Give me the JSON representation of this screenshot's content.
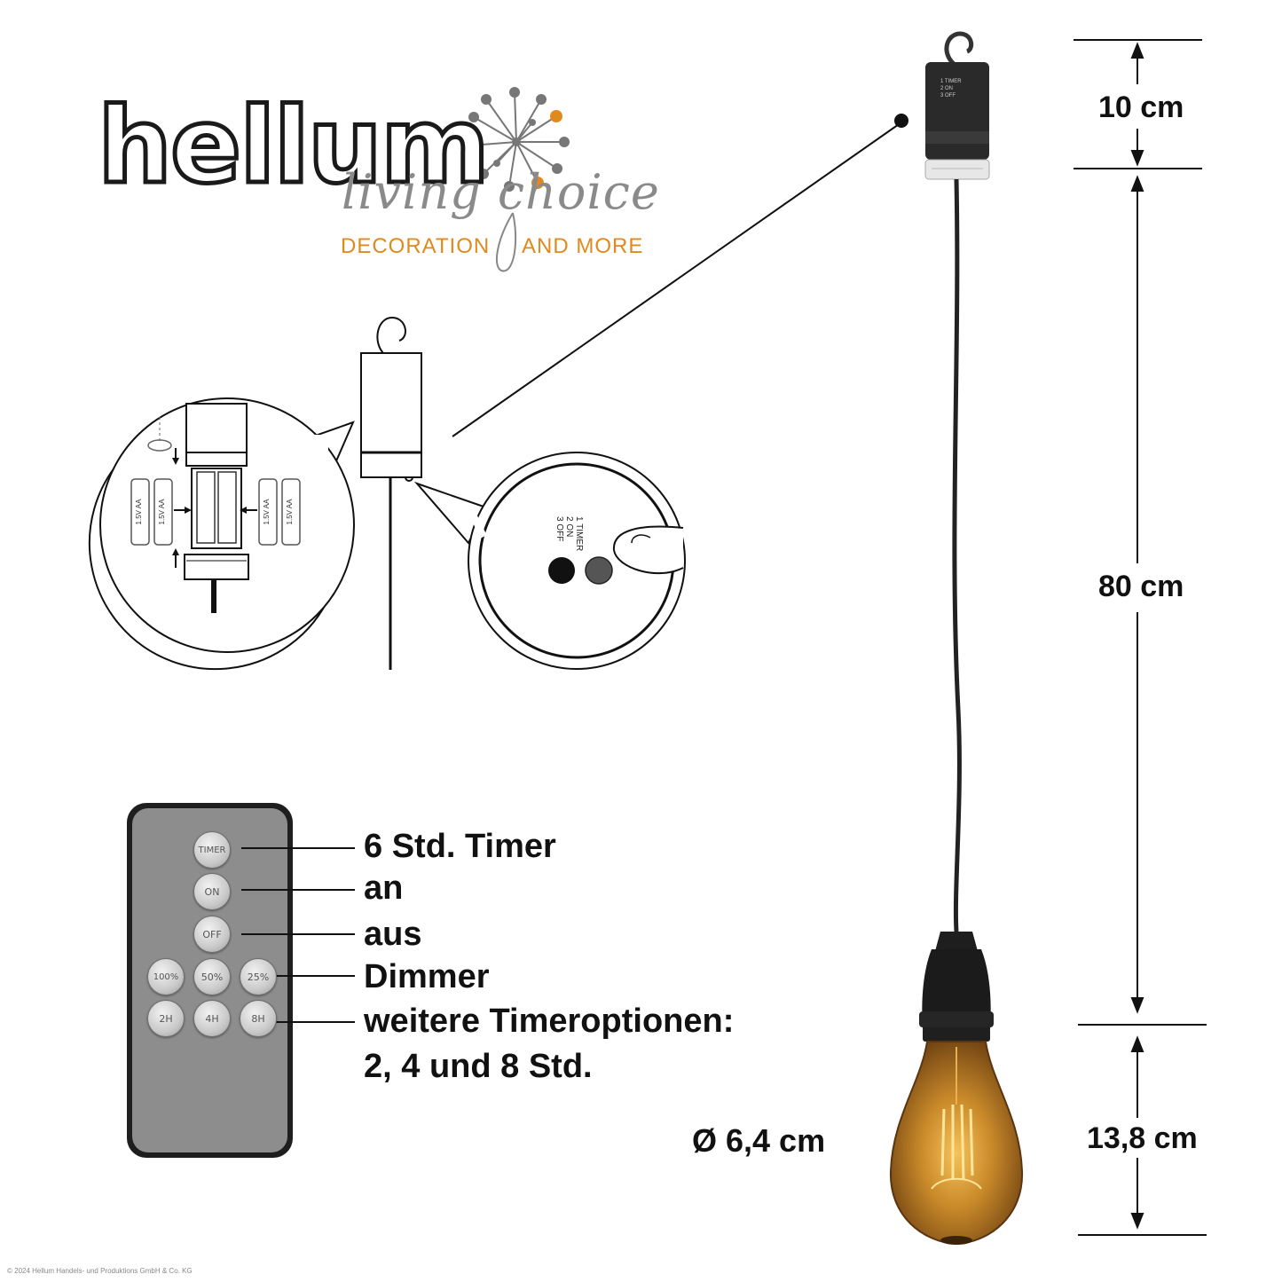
{
  "logo": {
    "brand": "hellum",
    "script": "living choice",
    "tagline_left": "DECORATION",
    "tagline_right": "AND MORE",
    "accent_color": "#e08a1e"
  },
  "battery_box": {
    "battery_label": "1.5V AA",
    "switch_labels": [
      "1 TIMER",
      "2 ON",
      "3 OFF"
    ]
  },
  "dimensions": {
    "top": "10 cm",
    "middle": "80 cm",
    "bottom": "13,8 cm",
    "diameter": "Ø 6,4 cm"
  },
  "remote": {
    "buttons": {
      "timer": "TIMER",
      "on": "ON",
      "off": "OFF",
      "p100": "100%",
      "p50": "50%",
      "p25": "25%",
      "h2": "2H",
      "h4": "4H",
      "h8": "8H"
    },
    "labels": {
      "timer": "6 Std. Timer",
      "on": "an",
      "off": "aus",
      "dimmer": "Dimmer",
      "more_timer": "weitere Timeroptionen:",
      "more_timer_2": "2, 4 und 8 Std."
    }
  },
  "copyright": "© 2024 Hellum Handels- und Produktions GmbH & Co. KG"
}
